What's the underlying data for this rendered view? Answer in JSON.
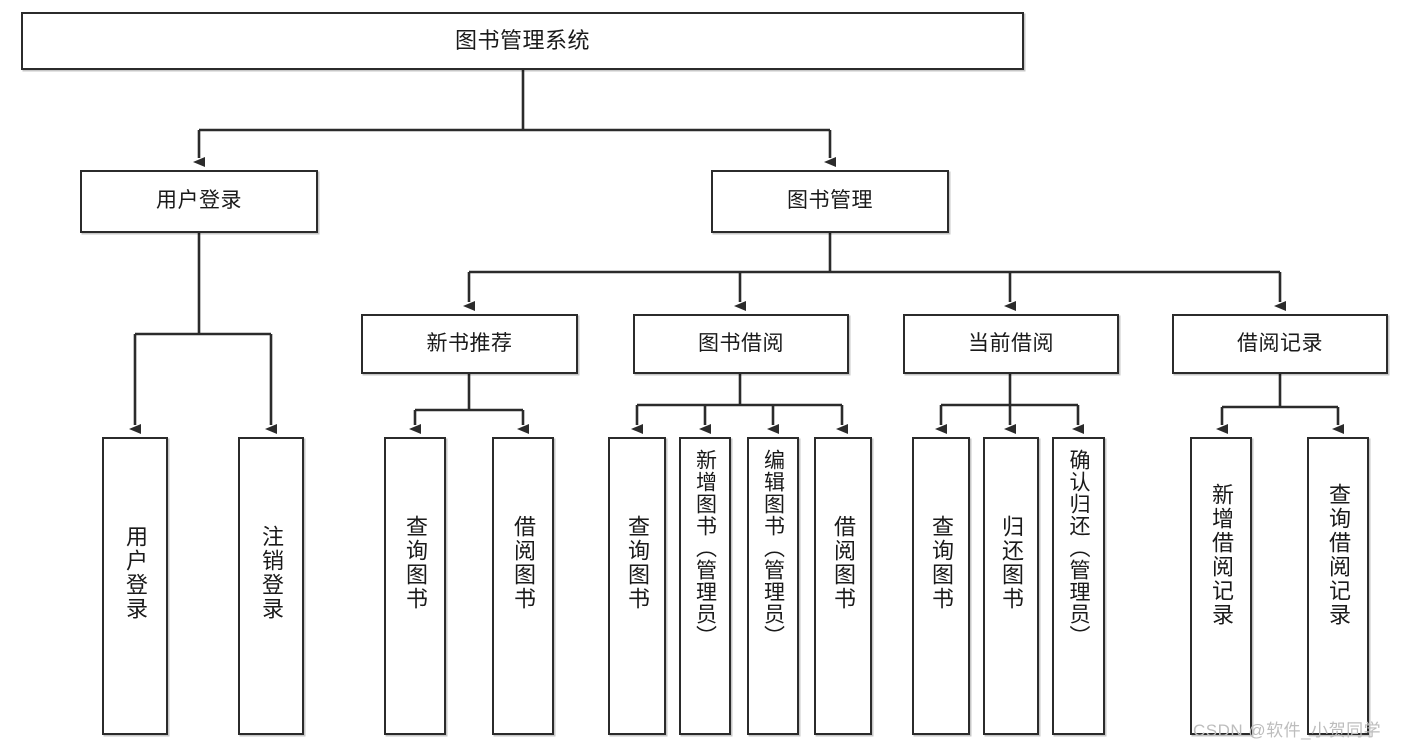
{
  "diagram": {
    "title": "图书管理系统",
    "type": "hierarchy-tree",
    "orientation": "top-down",
    "colors": {
      "node_border": "#2b2b2b",
      "node_fill": "#ffffff",
      "edge": "#2b2b2b",
      "text": "#1a1a1a",
      "watermark": "#bdbdbd",
      "background": "#ffffff"
    },
    "nodes": {
      "root": {
        "label": "图书管理系统"
      },
      "level1": [
        {
          "id": "user-login",
          "label": "用户登录"
        },
        {
          "id": "book-management",
          "label": "图书管理"
        }
      ],
      "level2": [
        {
          "id": "new-book-recommend",
          "label": "新书推荐"
        },
        {
          "id": "book-borrow",
          "label": "图书借阅"
        },
        {
          "id": "current-borrow",
          "label": "当前借阅"
        },
        {
          "id": "borrow-record",
          "label": "借阅记录"
        }
      ],
      "leaves": {
        "user-login": [
          {
            "id": "leaf-user-login",
            "label": "用户登录"
          },
          {
            "id": "leaf-logout-login",
            "label": "注销登录"
          }
        ],
        "new-book-recommend": [
          {
            "id": "leaf-query-book-1",
            "label": "查询图书"
          },
          {
            "id": "leaf-borrow-book-1",
            "label": "借阅图书"
          }
        ],
        "book-borrow": [
          {
            "id": "leaf-query-book-2",
            "label": "查询图书"
          },
          {
            "id": "leaf-add-book",
            "label": "新增图书（管理员）"
          },
          {
            "id": "leaf-edit-book",
            "label": "编辑图书（管理员）"
          },
          {
            "id": "leaf-borrow-book-2",
            "label": "借阅图书"
          }
        ],
        "current-borrow": [
          {
            "id": "leaf-query-book-3",
            "label": "查询图书"
          },
          {
            "id": "leaf-return-book",
            "label": "归还图书"
          },
          {
            "id": "leaf-confirm-return",
            "label": "确认归还（管理员）"
          }
        ],
        "borrow-record": [
          {
            "id": "leaf-add-record",
            "label": "新增借阅记录"
          },
          {
            "id": "leaf-query-record",
            "label": "查询借阅记录"
          }
        ]
      }
    },
    "watermark": "CSDN @软件_小贺同学"
  }
}
